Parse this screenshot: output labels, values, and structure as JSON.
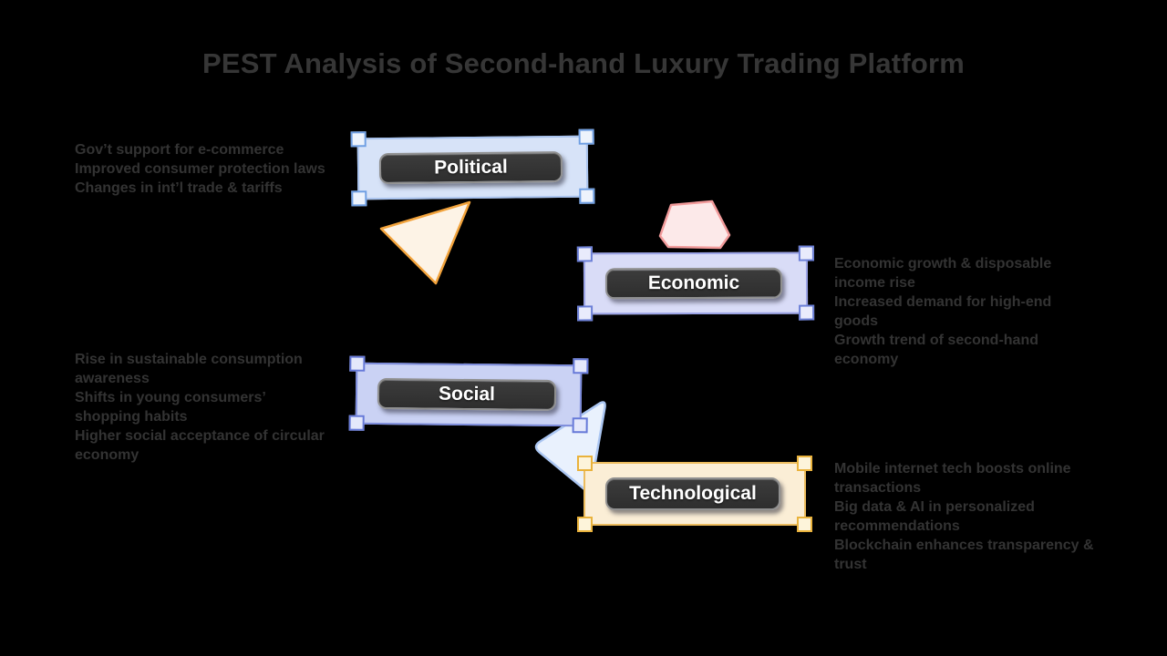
{
  "title": "PEST Analysis of Second-hand Luxury Trading Platform",
  "sections": {
    "political": {
      "label": "Political",
      "items": [
        "Gov’t support for e-commerce",
        "Improved consumer protection laws",
        "Changes in int’l trade & tariffs"
      ],
      "accent": "#6f9fe3",
      "box_fill": "#d7e3f8"
    },
    "economic": {
      "label": "Economic",
      "items": [
        "Economic growth & disposable income rise",
        "Increased demand for high-end goods",
        "Growth trend of second-hand economy"
      ],
      "accent": "#6b7fd7",
      "box_fill": "#d9dcf7"
    },
    "social": {
      "label": "Social",
      "items": [
        "Rise in sustainable consumption awareness",
        "Shifts in young consumers’ shopping habits",
        "Higher social acceptance of circular economy"
      ],
      "accent": "#6679d8",
      "box_fill": "#cad2f4"
    },
    "technological": {
      "label": "Technological",
      "items": [
        "Mobile internet tech boosts online transactions",
        "Big data & AI in personalized recommendations",
        "Blockchain enhances transparency & trust"
      ],
      "accent": "#e9b23c",
      "box_fill": "#fbeed6"
    }
  },
  "decor_shapes": [
    {
      "name": "orange-triangle",
      "fill": "#fdf3e6",
      "stroke": "#f2a33c"
    },
    {
      "name": "pink-pentagon",
      "fill": "#fce9e9",
      "stroke": "#f29b9b"
    },
    {
      "name": "blue-triangle",
      "fill": "#e9f1fd",
      "stroke": "#abc6f2"
    }
  ],
  "colors": {
    "background": "#000000",
    "title_text": "#363636",
    "body_text": "#333333",
    "pill_fill": "#333333",
    "pill_text": "#ffffff"
  }
}
